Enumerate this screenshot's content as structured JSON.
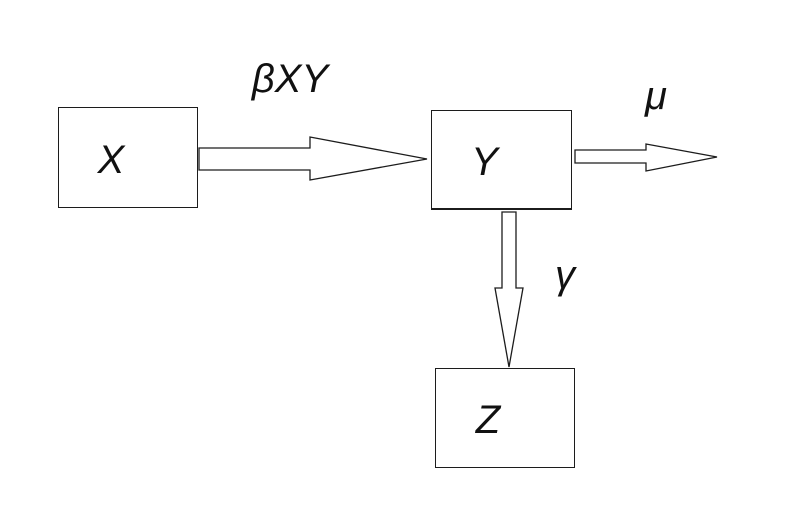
{
  "diagram": {
    "nodes": [
      {
        "id": "X",
        "label": "X"
      },
      {
        "id": "Y",
        "label": "Y"
      },
      {
        "id": "Z",
        "label": "Z"
      }
    ],
    "flows": [
      {
        "from": "X",
        "to": "Y",
        "label": "βXY",
        "direction": "right"
      },
      {
        "from": "Y",
        "to": "out",
        "label": "μ",
        "direction": "right"
      },
      {
        "from": "Y",
        "to": "Z",
        "label": "γ",
        "direction": "down"
      }
    ],
    "colors": {
      "background": "#ffffff",
      "stroke": "#1c1c1c",
      "arrow_fill": "#ffffff",
      "text": "#111111"
    }
  }
}
